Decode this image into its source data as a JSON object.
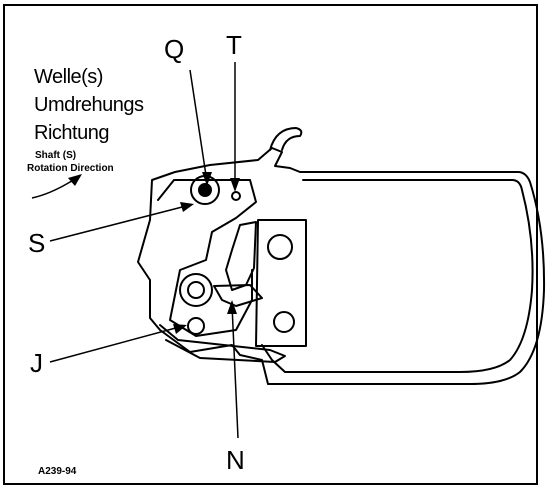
{
  "labels": {
    "german_line1": "Welle(s)",
    "german_line2": "Umdrehungs",
    "german_line3": "Richtung",
    "english_line1": "Shaft (S)",
    "english_line2": "Rotation Direction",
    "q": "Q",
    "t": "T",
    "s": "S",
    "j": "J",
    "n": "N",
    "figure_id": "A239-94"
  }
}
